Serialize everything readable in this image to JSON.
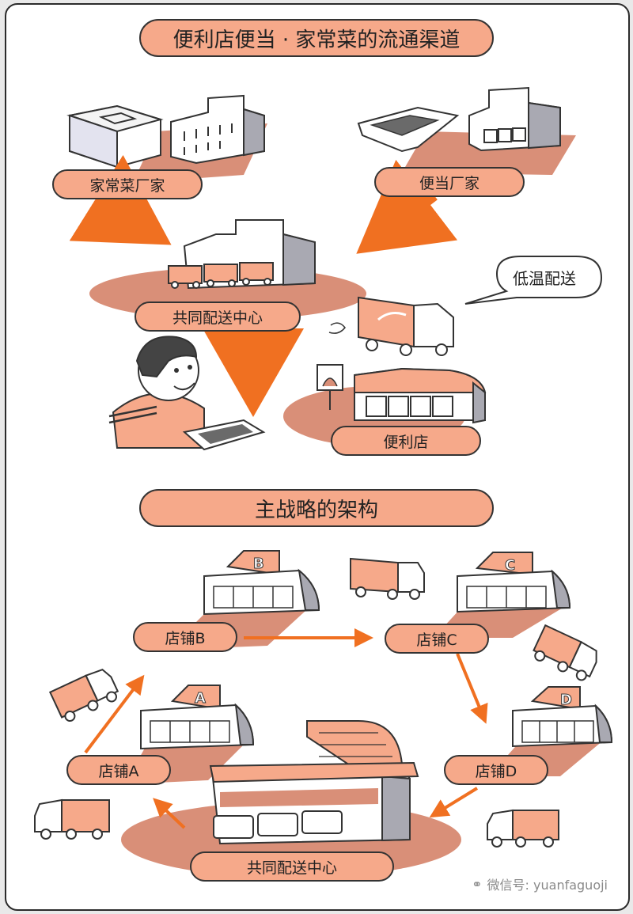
{
  "section1": {
    "title": "便利店便当 · 家常菜的流通渠道",
    "labels": {
      "side_dish_factory": "家常菜厂家",
      "bento_factory": "便当厂家",
      "distribution_center": "共同配送中心",
      "convenience_store": "便利店"
    },
    "callout": "低温配送"
  },
  "section2": {
    "title": "主战略的架构",
    "labels": {
      "store_a": "店铺A",
      "store_b": "店铺B",
      "store_c": "店铺C",
      "store_d": "店铺D",
      "distribution_center": "共同配送中心"
    },
    "store_letters": [
      "A",
      "B",
      "C",
      "D"
    ]
  },
  "watermark": "微信号: yuanfaguoji",
  "colors": {
    "salmon": "#f6a98a",
    "shadow": "#d98f78",
    "arrow": "#f07021",
    "outline": "#333333",
    "wall": "#f4f4f4",
    "gray": "#a9a9b2"
  }
}
